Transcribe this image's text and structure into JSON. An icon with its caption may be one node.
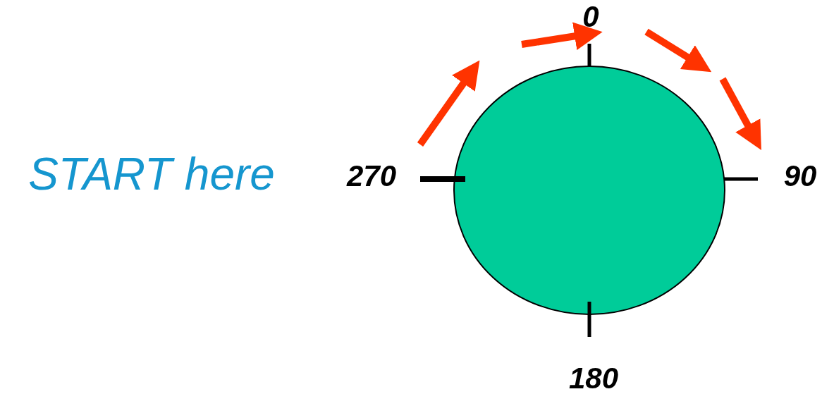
{
  "diagram": {
    "nodes": [
      {
        "text": [],
        "shape": "circle"
      }
    ],
    "labels": [
      "0",
      "START here",
      "270",
      "90",
      "180"
    ]
  }
}
